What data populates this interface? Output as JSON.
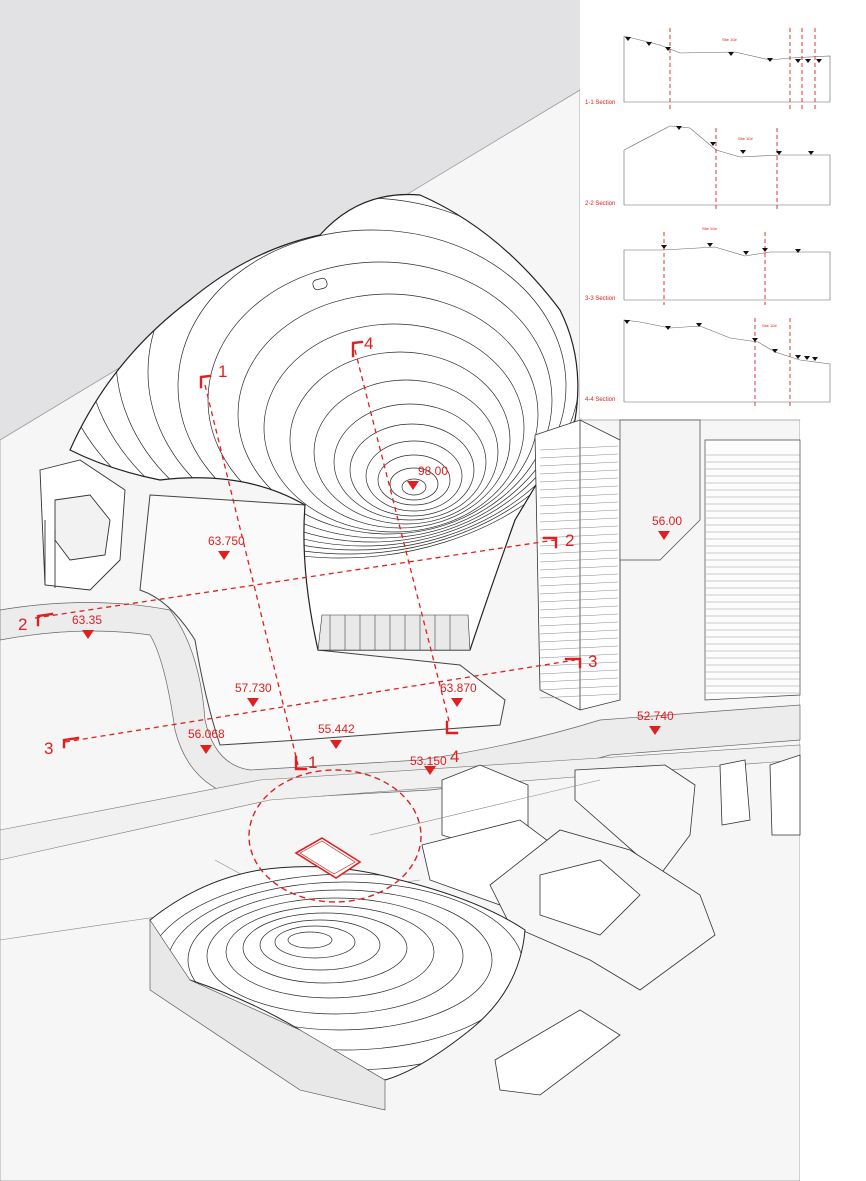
{
  "colors": {
    "accent": "#e02020",
    "background_gray": "#e2e2e4",
    "ground": "#f7f7f7",
    "line": "#333333"
  },
  "elevations": [
    {
      "id": "peak",
      "label": "98.00"
    },
    {
      "id": "plateau",
      "label": "63.750"
    },
    {
      "id": "west-road",
      "label": "63.35"
    },
    {
      "id": "east-road",
      "label": "56.00"
    },
    {
      "id": "mid-road",
      "label": "57.730"
    },
    {
      "id": "south-ridge",
      "label": "63.870"
    },
    {
      "id": "sw-corner",
      "label": "56.068"
    },
    {
      "id": "junction",
      "label": "55.442"
    },
    {
      "id": "south-road",
      "label": "53.150"
    },
    {
      "id": "east-street",
      "label": "52.740"
    }
  ],
  "section_markers": [
    {
      "id": "1-start",
      "label": "1"
    },
    {
      "id": "1-end",
      "label": "1"
    },
    {
      "id": "2-start",
      "label": "2"
    },
    {
      "id": "2-end",
      "label": "2"
    },
    {
      "id": "3-start",
      "label": "3"
    },
    {
      "id": "3-end",
      "label": "3"
    },
    {
      "id": "4-start",
      "label": "4"
    },
    {
      "id": "4-end",
      "label": "4"
    }
  ],
  "sections": [
    {
      "id": "1-1",
      "title": "1-1 Section",
      "site_label": "Site 10#"
    },
    {
      "id": "2-2",
      "title": "2-2 Section",
      "site_label": "Site 10#"
    },
    {
      "id": "3-3",
      "title": "3-3 Section",
      "site_label": "Site 10#"
    },
    {
      "id": "4-4",
      "title": "4-4 Section",
      "site_label": "Site 10#"
    }
  ]
}
